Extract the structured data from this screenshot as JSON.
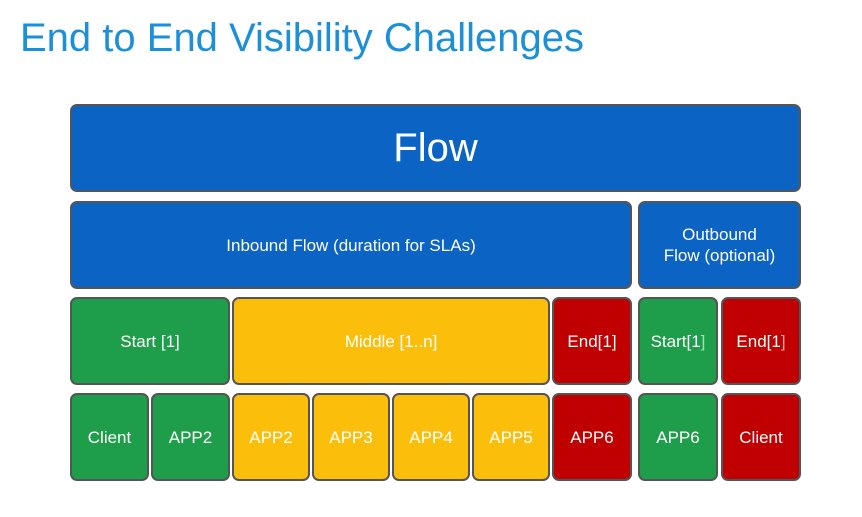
{
  "title": "End to End Visibility Challenges",
  "flow": "Flow",
  "inbound": "Inbound Flow (duration for SLAs)",
  "outbound": {
    "line1": "Outbound",
    "line2": "Flow (optional)"
  },
  "phases": {
    "start": "Start [1]",
    "middle": "Middle [1..n]",
    "end": "End[1]",
    "out_start_main": "Start[1",
    "out_start_bracket": "]",
    "out_end_main": "End[1",
    "out_end_bracket": "]"
  },
  "apps": [
    "Client",
    "APP2",
    "APP2",
    "APP3",
    "APP4",
    "APP5",
    "APP6",
    "APP6",
    "Client"
  ],
  "colors": {
    "title": "#1b8fd8",
    "blue": "#0b63c4",
    "green": "#1e9e4a",
    "yellow": "#fbbf0b",
    "red": "#c00000"
  }
}
